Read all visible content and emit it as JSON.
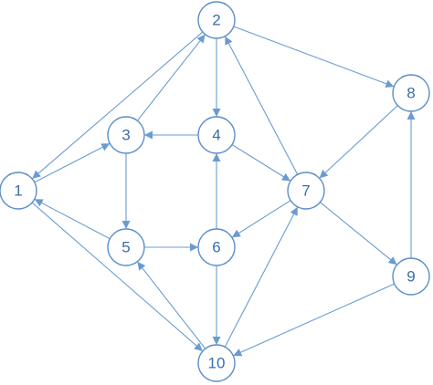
{
  "graph": {
    "colors": {
      "node_stroke": "#5b8fc7",
      "edge": "#6a9bd0",
      "label": "#3a6ea8",
      "background": "#ffffff"
    },
    "nodes": [
      {
        "id": "1",
        "label": "1"
      },
      {
        "id": "2",
        "label": "2"
      },
      {
        "id": "3",
        "label": "3"
      },
      {
        "id": "4",
        "label": "4"
      },
      {
        "id": "5",
        "label": "5"
      },
      {
        "id": "6",
        "label": "6"
      },
      {
        "id": "7",
        "label": "7"
      },
      {
        "id": "8",
        "label": "8"
      },
      {
        "id": "9",
        "label": "9"
      },
      {
        "id": "10",
        "label": "10"
      }
    ],
    "edges": [
      {
        "from": "2",
        "to": "1"
      },
      {
        "from": "1",
        "to": "3"
      },
      {
        "from": "5",
        "to": "1"
      },
      {
        "from": "1",
        "to": "10"
      },
      {
        "from": "3",
        "to": "2"
      },
      {
        "from": "2",
        "to": "4"
      },
      {
        "from": "2",
        "to": "8"
      },
      {
        "from": "7",
        "to": "2"
      },
      {
        "from": "4",
        "to": "3"
      },
      {
        "from": "3",
        "to": "5"
      },
      {
        "from": "4",
        "to": "7"
      },
      {
        "from": "6",
        "to": "4"
      },
      {
        "from": "5",
        "to": "6"
      },
      {
        "from": "10",
        "to": "5"
      },
      {
        "from": "7",
        "to": "6"
      },
      {
        "from": "6",
        "to": "10"
      },
      {
        "from": "8",
        "to": "7"
      },
      {
        "from": "7",
        "to": "9"
      },
      {
        "from": "10",
        "to": "7"
      },
      {
        "from": "9",
        "to": "8"
      },
      {
        "from": "9",
        "to": "10"
      }
    ]
  }
}
